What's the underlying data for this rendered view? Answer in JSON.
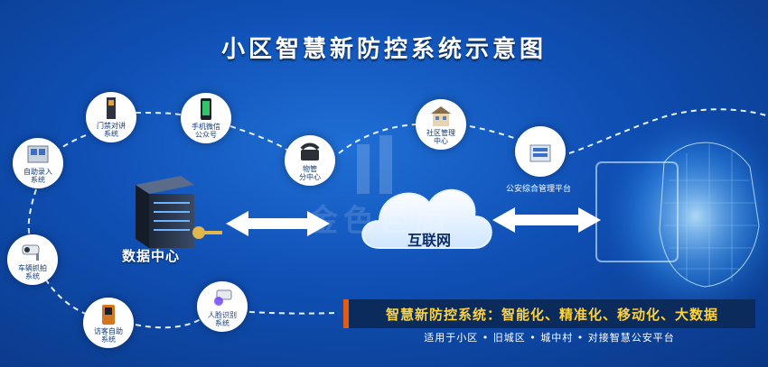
{
  "title": "小区智慧新防控系统示意图",
  "nodes": {
    "self_entry": "自助录入\n系统",
    "access_intercom": "门禁对讲\n系统",
    "wechat": "手机微信\n公众号",
    "property": "物管\n分中心",
    "community_center": "社区管理\n中心",
    "police_platform": "公安综合管理平台",
    "plate_capture": "车辆抓拍\n系统",
    "visitor_self": "访客自助\n系统",
    "face_recognition": "人脸识别\n系统"
  },
  "data_center": "数据中心",
  "cloud": "互联网",
  "watermark": "金色巨腾",
  "banner": "智慧新防控系统：智能化、精准化、移动化、大数据",
  "subline": "适用于小区 • 旧城区 • 城中村 • 对接智慧公安平台",
  "colors": {
    "background": "#0f4fb4",
    "banner_text": "#ffd23a",
    "banner_accent": "#e45b13"
  }
}
